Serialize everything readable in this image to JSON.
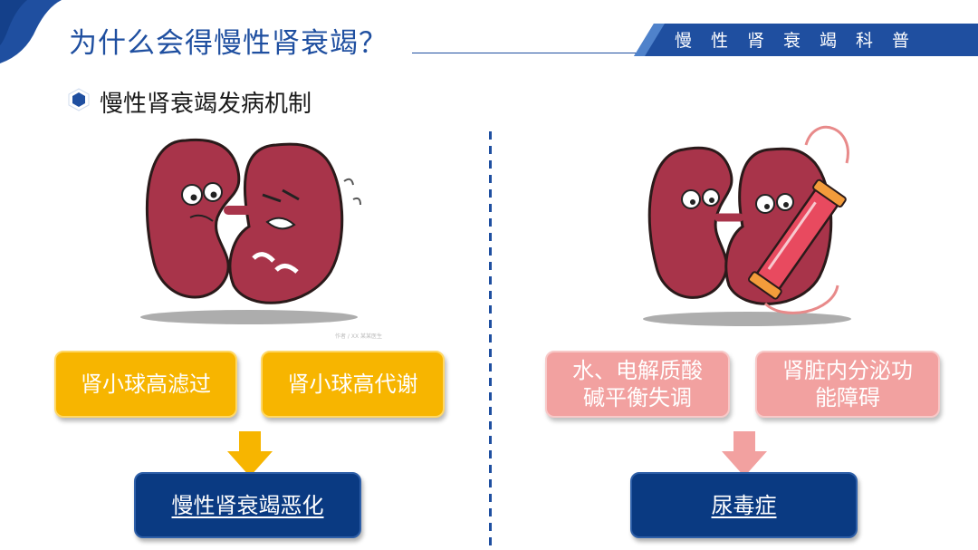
{
  "header": {
    "title": "为什么会得慢性肾衰竭？",
    "banner_label": "慢性肾衰竭科普"
  },
  "section": {
    "subtitle": "慢性肾衰竭发病机制"
  },
  "left": {
    "box1": "肾小球高滤过",
    "box2": "肾小球高代谢",
    "result": "慢性肾衰竭恶化",
    "image_caption": "作者 / XX 某某医生"
  },
  "right": {
    "box1_line1": "水、电解质酸",
    "box1_line2": "碱平衡失调",
    "box2_line1": "肾脏内分泌功",
    "box2_line2": "能障碍",
    "result": "尿毒症"
  },
  "colors": {
    "brand_blue": "#1f4fa0",
    "navy": "#0a3a82",
    "yellow": "#f7b500",
    "pink": "#f2a1a0",
    "kidney": "#a8344a"
  },
  "icons": {
    "bullet": "hexagon-bullet-icon",
    "arrow_left": "arrow-down-icon",
    "arrow_right": "arrow-down-icon"
  }
}
